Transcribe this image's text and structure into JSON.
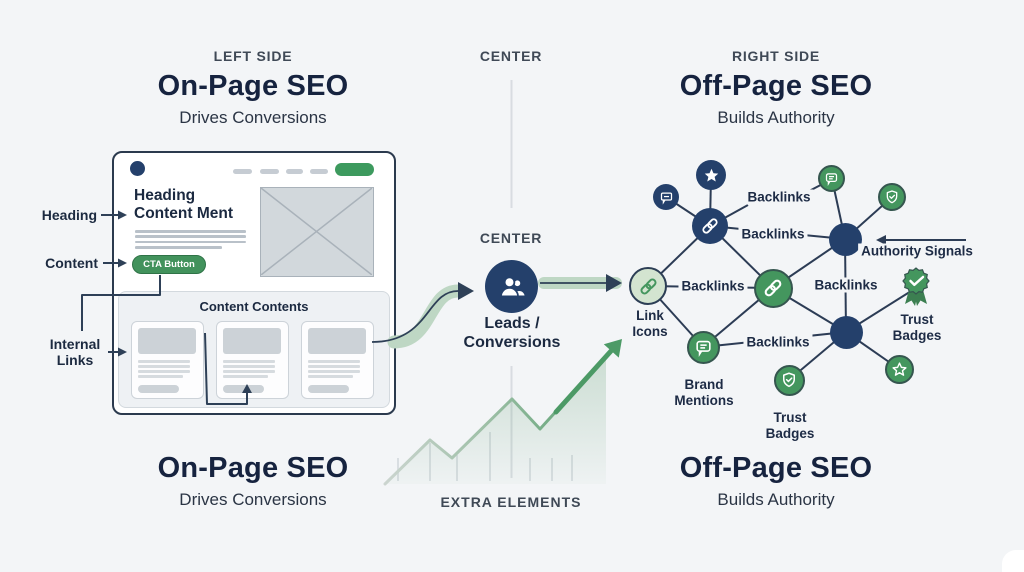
{
  "colors": {
    "background": "#f3f5f7",
    "navy": "#24406b",
    "navy_text": "#16233f",
    "green": "#44965e",
    "light_green_node": "#d3e4d0",
    "flow_band_green": "#bed7c4",
    "chart_green": "#4c9a66"
  },
  "headers": {
    "left": {
      "eyebrow": "LEFT SIDE",
      "title": "On-Page SEO",
      "subtitle": "Drives Conversions"
    },
    "center": {
      "eyebrow": "CENTER"
    },
    "right": {
      "eyebrow": "RIGHT SIDE",
      "title": "Off-Page SEO",
      "subtitle": "Builds Authority"
    }
  },
  "center_flow": {
    "label": "CENTER",
    "caption": "Leads / Conversions",
    "icon": "people-icon"
  },
  "browser": {
    "heading_line1": "Heading",
    "heading_line2": "Content Ment",
    "cta_label": "CTA Button",
    "panel_title": "Content Contents",
    "topbar": [
      "dot",
      "dash",
      "dash",
      "dash",
      "dash",
      "green-pill-button"
    ]
  },
  "annotations": {
    "heading": "Heading",
    "content": "Content",
    "internal_links": "Internal Links"
  },
  "network": {
    "backlinks_label": "Backlinks",
    "link_icons_label": "Link Icons",
    "brand_mentions_label": "Brand Mentions",
    "trust_badges_label": "Trust Badges",
    "authority_signals_label": "Authority Signals",
    "node_icons": [
      "chat-screen-icon",
      "star-icon",
      "link-icon",
      "speech-bubble-icon",
      "shield-check-icon",
      "hub-node",
      "link-icon",
      "link-icon",
      "speech-bubble-icon",
      "hub-node",
      "shield-check-icon",
      "star-outline-icon",
      "award-rosette-icon"
    ]
  },
  "footer": {
    "left_title": "On-Page SEO",
    "left_subtitle": "Drives Conversions",
    "center_label": "EXTRA ELEMENTS",
    "right_title": "Off-Page SEO",
    "right_subtitle": "Builds Authority"
  }
}
